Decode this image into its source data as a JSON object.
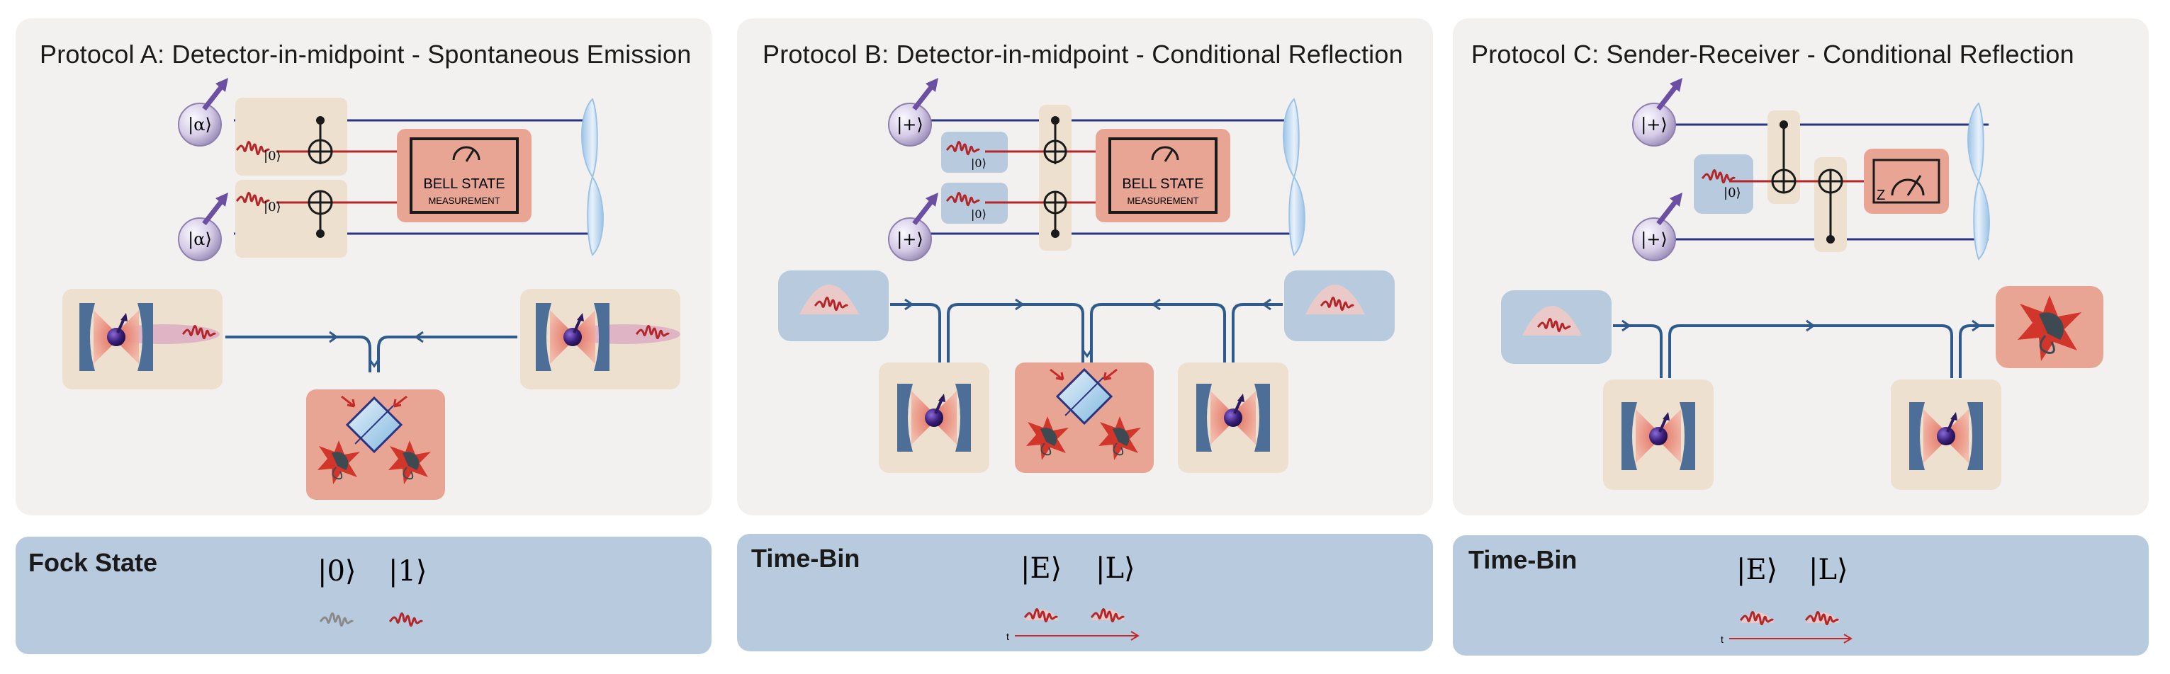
{
  "protocols": [
    {
      "title": "Protocol A:  Detector-in-midpoint - Spontaneous Emission"
    },
    {
      "title": "Protocol B:  Detector-in-midpoint - Conditional Reflection"
    },
    {
      "title": "Protocol C:  Sender-Receiver - Conditional Reflection"
    }
  ],
  "bsm": {
    "line1": "BELL STATE",
    "line2": "MEASUREMENT"
  },
  "kets": {
    "alpha": "|α⟩",
    "plus": "|+⟩",
    "zero": "|0⟩"
  },
  "measure_z": "Z",
  "encodings": [
    {
      "title": "Fock State",
      "ket_a": "|0⟩",
      "ket_b": "|1⟩"
    },
    {
      "title": "Time-Bin",
      "ket_a": "|E⟩",
      "ket_b": "|L⟩",
      "t_label": "t"
    },
    {
      "title": "Time-Bin",
      "ket_a": "|E⟩",
      "ket_b": "|L⟩",
      "t_label": "t"
    }
  ],
  "colors": {
    "panel": "#f3f1ef",
    "encoding_box": "#b8cadd",
    "beige_box": "#ede0cf",
    "salmon_box": "#e9a594",
    "blue_box": "#b8cadd",
    "qubit_line": "#2b3480",
    "photon_line": "#b3262a",
    "fiber": "#2f5a8c"
  },
  "icons": [
    "qubit-sphere-icon",
    "photon-pulse-icon",
    "cnot-gate-icon",
    "bell-measurement-icon",
    "beamsplitter-icon",
    "detector-icon",
    "cavity-icon",
    "figure-eight-loop-icon",
    "z-meter-icon"
  ]
}
